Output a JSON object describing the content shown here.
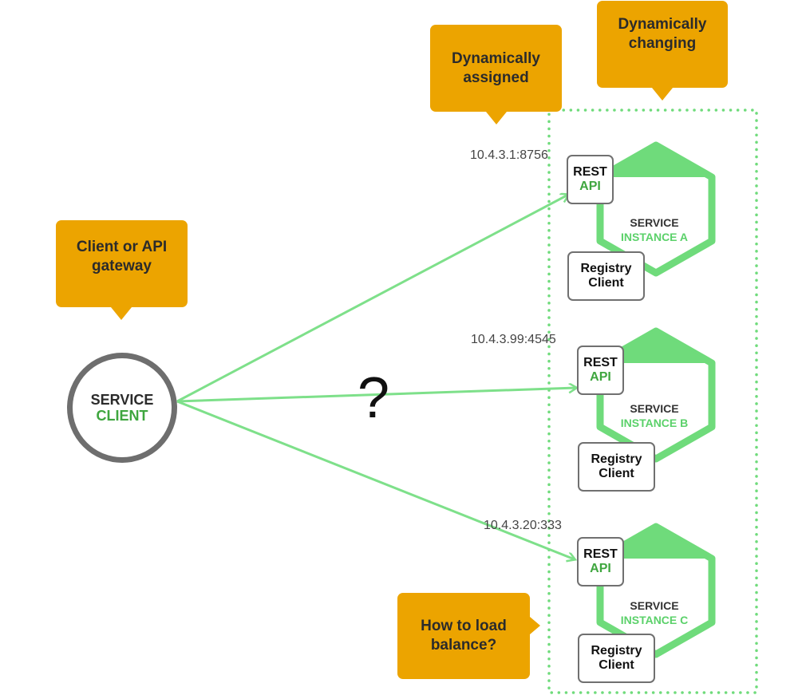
{
  "callouts": {
    "dynamically_assigned": "Dynamically\nassigned",
    "dynamically_changing": "Dynamically\nchanging",
    "client_or_api_gateway": "Client or API\ngateway",
    "how_to_load_balance": "How to load\nbalance?"
  },
  "service_client": {
    "line1": "SERVICE",
    "line2": "CLIENT"
  },
  "question_mark": "?",
  "instances": [
    {
      "address": "10.4.3.1:8756",
      "rest_line1": "REST",
      "rest_line2": "API",
      "service_line1": "SERVICE",
      "service_line2": "INSTANCE A",
      "registry_line1": "Registry",
      "registry_line2": "Client"
    },
    {
      "address": "10.4.3.99:4545",
      "rest_line1": "REST",
      "rest_line2": "API",
      "service_line1": "SERVICE",
      "service_line2": "INSTANCE B",
      "registry_line1": "Registry",
      "registry_line2": "Client"
    },
    {
      "address": "10.4.3.20:333",
      "rest_line1": "REST",
      "rest_line2": "API",
      "service_line1": "SERVICE",
      "service_line2": "INSTANCE C",
      "registry_line1": "Registry",
      "registry_line2": "Client"
    }
  ],
  "colors": {
    "callout": "#eca400",
    "hexagon_fill": "#6fdb7b",
    "arrow": "#7ee08a",
    "boundary": "#6fdb7b",
    "client_ring": "#6e6e6e",
    "api_text": "#3fa63f",
    "instance_text": "#5bd16a"
  }
}
